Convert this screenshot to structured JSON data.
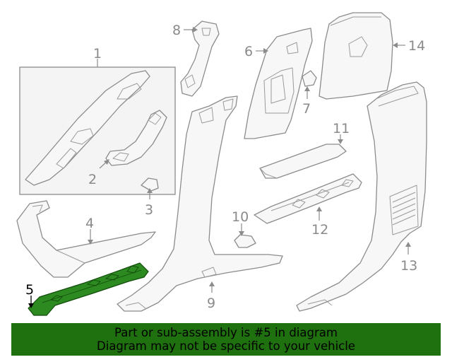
{
  "callouts": {
    "c1": "1",
    "c2": "2",
    "c3": "3",
    "c4": "4",
    "c5": "5",
    "c6": "6",
    "c7": "7",
    "c8": "8",
    "c9": "9",
    "c10": "10",
    "c11": "11",
    "c12": "12",
    "c13": "13",
    "c14": "14"
  },
  "highlighted_part": "5",
  "banner": {
    "line1": "Part or sub-assembly is #5 in diagram",
    "line2": "Diagram may not be specific to your vehicle",
    "background_color": "#1f700f",
    "text_color": "#000000"
  },
  "colors": {
    "highlight_fill": "#2c8a20",
    "outline": "#8c8c8c"
  }
}
